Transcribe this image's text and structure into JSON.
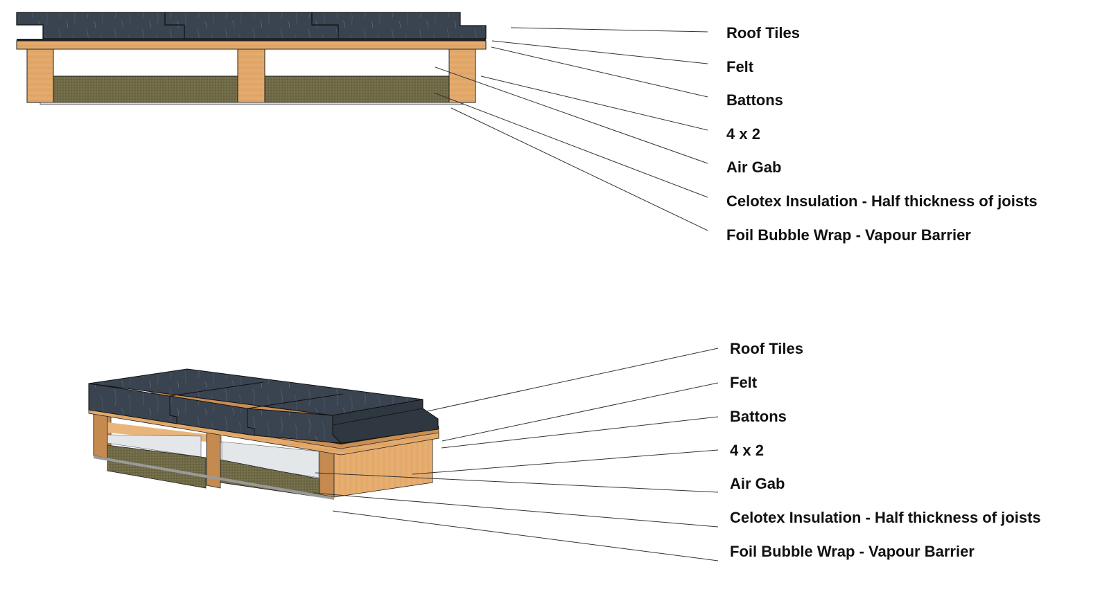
{
  "diagrams": [
    {
      "view": "section",
      "labels": [
        "Roof Tiles",
        "Felt",
        "Battons",
        "4 x 2",
        "Air Gab",
        "Celotex Insulation - Half thickness of joists",
        "Foil Bubble Wrap - Vapour Barrier"
      ]
    },
    {
      "view": "isometric",
      "labels": [
        "Roof Tiles",
        "Felt",
        "Battons",
        "4 x 2",
        "Air Gab",
        "Celotex Insulation - Half thickness of joists",
        "Foil Bubble Wrap - Vapour Barrier"
      ]
    }
  ],
  "colors": {
    "slate": "#3a4350",
    "slate_dark": "#2c333d",
    "timber": "#e2a86a",
    "timber_dark": "#c98a4c",
    "insulation": "#6f6a45",
    "air_gap": "#e4e7ea",
    "leader_line": "#333333"
  }
}
